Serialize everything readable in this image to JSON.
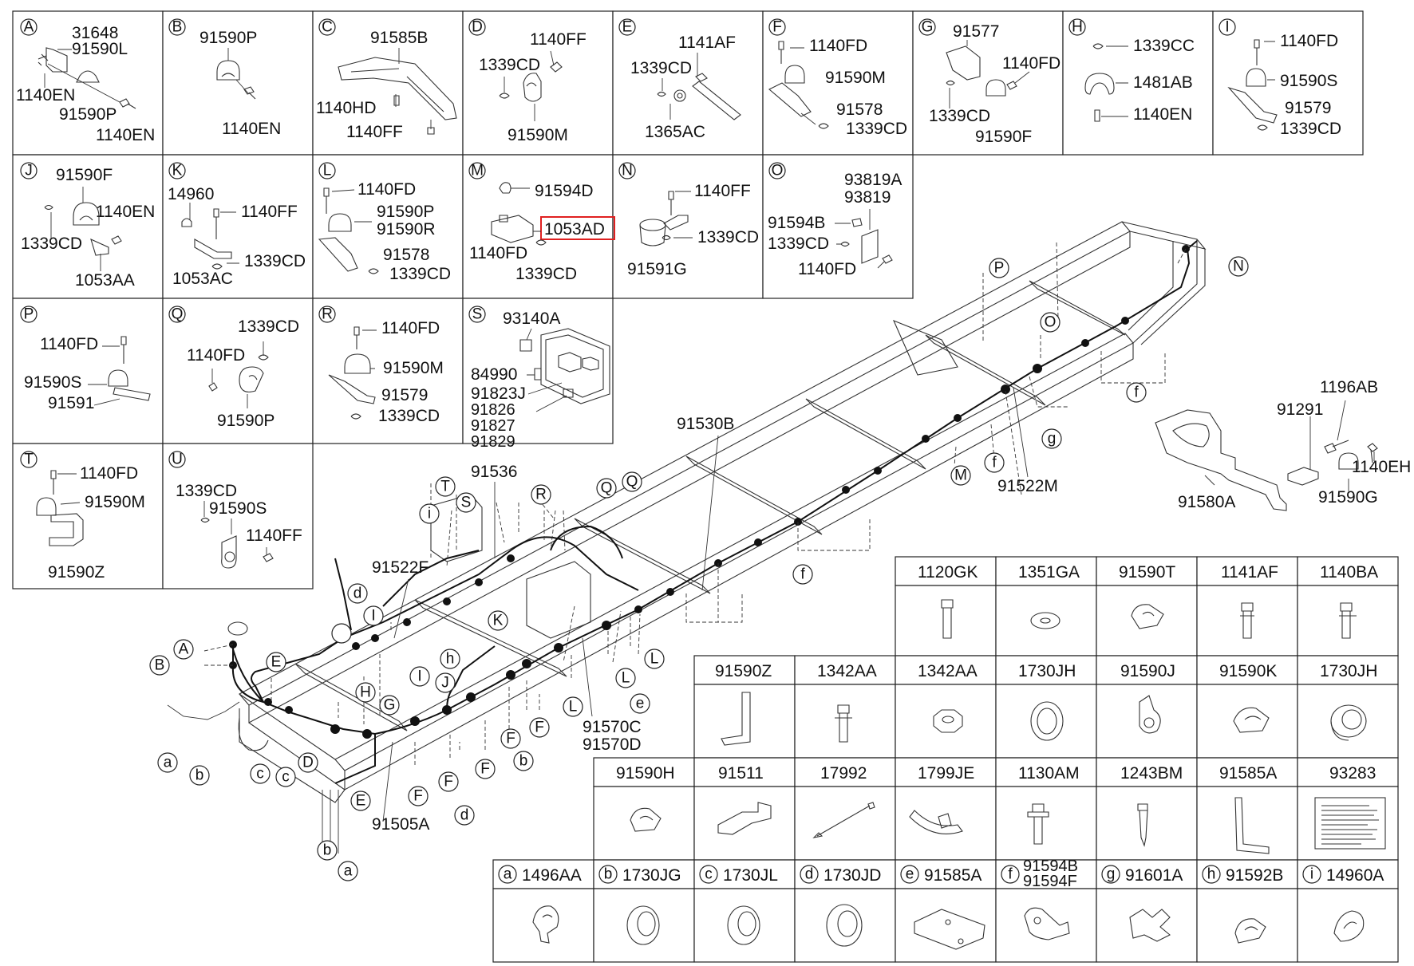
{
  "panels": [
    {
      "id": "A",
      "labels": [
        "31648",
        "91590L",
        "1140EN",
        "91590P",
        "1140EN"
      ]
    },
    {
      "id": "B",
      "labels": [
        "91590P",
        "1140EN"
      ]
    },
    {
      "id": "C",
      "labels": [
        "91585B",
        "1140HD",
        "1140FF"
      ]
    },
    {
      "id": "D",
      "labels": [
        "1140FF",
        "1339CD",
        "91590M"
      ]
    },
    {
      "id": "E",
      "labels": [
        "1141AF",
        "1339CD",
        "1365AC"
      ]
    },
    {
      "id": "F",
      "labels": [
        "1140FD",
        "91590M",
        "91578",
        "1339CD"
      ]
    },
    {
      "id": "G",
      "labels": [
        "91577",
        "1140FD",
        "1339CD",
        "91590F"
      ]
    },
    {
      "id": "H",
      "labels": [
        "1339CC",
        "1481AB",
        "1140EN"
      ]
    },
    {
      "id": "I",
      "labels": [
        "1140FD",
        "91590S",
        "91579",
        "1339CD"
      ]
    },
    {
      "id": "J",
      "labels": [
        "91590F",
        "1140EN",
        "1339CD",
        "1053AA"
      ]
    },
    {
      "id": "K",
      "labels": [
        "14960",
        "1140FF",
        "1339CD",
        "1053AC"
      ]
    },
    {
      "id": "L",
      "labels": [
        "1140FD",
        "91590P",
        "91590R",
        "91578",
        "1339CD"
      ]
    },
    {
      "id": "M",
      "labels": [
        "91594D",
        "1053AD",
        "1140FD",
        "1339CD"
      ]
    },
    {
      "id": "N",
      "labels": [
        "1140FF",
        "1339CD",
        "91591G"
      ]
    },
    {
      "id": "O",
      "labels": [
        "93819A",
        "93819",
        "91594B",
        "1339CD",
        "1140FD"
      ]
    },
    {
      "id": "P",
      "labels": [
        "1140FD",
        "91590S",
        "91591"
      ]
    },
    {
      "id": "Q",
      "labels": [
        "1339CD",
        "1140FD",
        "91590P"
      ]
    },
    {
      "id": "R",
      "labels": [
        "1140FD",
        "91590M",
        "91579",
        "1339CD"
      ]
    },
    {
      "id": "S",
      "labels": [
        "93140A",
        "84990",
        "91823J",
        "91826",
        "91827",
        "91829"
      ]
    },
    {
      "id": "T",
      "labels": [
        "1140FD",
        "91590M",
        "91590Z"
      ]
    },
    {
      "id": "U",
      "labels": [
        "1339CD",
        "91590S",
        "1140FF"
      ]
    }
  ],
  "main_labels": {
    "p91530B": "91530B",
    "p91536": "91536",
    "p91522F": "91522F",
    "p91522M": "91522M",
    "p91505A": "91505A",
    "p91570C": "91570C",
    "p91570D": "91570D",
    "p91580A": "91580A",
    "p91291": "91291",
    "p1196AB": "1196AB",
    "p1140EH": "1140EH",
    "p91590G": "91590G"
  },
  "callouts": {
    "A": "A",
    "B": "B",
    "C": "C",
    "D": "D",
    "E": "E",
    "F": "F",
    "G": "G",
    "H": "H",
    "I": "I",
    "J": "J",
    "K": "K",
    "L": "L",
    "M": "M",
    "N": "N",
    "O": "O",
    "P": "P",
    "Q": "Q",
    "R": "R",
    "S": "S",
    "T": "T",
    "a": "a",
    "b": "b",
    "c": "c",
    "d": "d",
    "e": "e",
    "f": "f",
    "g": "g",
    "h": "h",
    "i": "i"
  },
  "parts_table": {
    "row1": [
      "1120GK",
      "1351GA",
      "91590T",
      "1141AF",
      "1140BA"
    ],
    "row2": [
      "91590Z",
      "1342AA",
      "1342AA",
      "1730JH",
      "91590J",
      "91590K",
      "1730JH"
    ],
    "row3": [
      "91590H",
      "91511",
      "17992",
      "1799JE",
      "1130AM",
      "1243BM",
      "91585A",
      "93283"
    ],
    "row4": [
      {
        "letter": "a",
        "code": "1496AA"
      },
      {
        "letter": "b",
        "code": "1730JG"
      },
      {
        "letter": "c",
        "code": "1730JL"
      },
      {
        "letter": "d",
        "code": "1730JD"
      },
      {
        "letter": "e",
        "code": "91585A"
      },
      {
        "letter": "f",
        "code": "91594B",
        "code2": "91594F"
      },
      {
        "letter": "g",
        "code": "91601A"
      },
      {
        "letter": "h",
        "code": "91592B"
      },
      {
        "letter": "i",
        "code": "14960A"
      }
    ]
  },
  "highlight": "1053AD",
  "highlight_color": "#e02020"
}
